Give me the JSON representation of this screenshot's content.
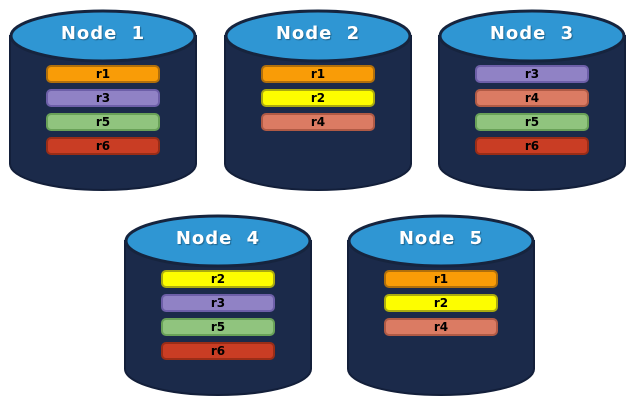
{
  "diagram": {
    "cylinder": {
      "body": {
        "fill": "#1B2A4A",
        "border": "#131F3A"
      },
      "top": {
        "fill": "#2F96D3",
        "border": "#16243E"
      }
    },
    "nodes": [
      {
        "label": "Node 1",
        "replicas": [
          {
            "label": "r1",
            "fill": "#F99C07",
            "border": "#B06F0B"
          },
          {
            "label": "r3",
            "fill": "#9082C5",
            "border": "#6D5FA8"
          },
          {
            "label": "r5",
            "fill": "#90C47E",
            "border": "#69A158"
          },
          {
            "label": "r6",
            "fill": "#C93D24",
            "border": "#992D17"
          }
        ]
      },
      {
        "label": "Node 2",
        "replicas": [
          {
            "label": "r1",
            "fill": "#F99C07",
            "border": "#B06F0B"
          },
          {
            "label": "r2",
            "fill": "#FDFD00",
            "border": "#ABAB0F"
          },
          {
            "label": "r4",
            "fill": "#DB7B63",
            "border": "#B05A45"
          }
        ]
      },
      {
        "label": "Node 3",
        "replicas": [
          {
            "label": "r3",
            "fill": "#9082C5",
            "border": "#6D5FA8"
          },
          {
            "label": "r4",
            "fill": "#DB7B63",
            "border": "#B05A45"
          },
          {
            "label": "r5",
            "fill": "#90C47E",
            "border": "#69A158"
          },
          {
            "label": "r6",
            "fill": "#C93D24",
            "border": "#992D17"
          }
        ]
      },
      {
        "label": "Node 4",
        "replicas": [
          {
            "label": "r2",
            "fill": "#FDFD00",
            "border": "#ABAB0F"
          },
          {
            "label": "r3",
            "fill": "#9082C5",
            "border": "#6D5FA8"
          },
          {
            "label": "r5",
            "fill": "#90C47E",
            "border": "#69A158"
          },
          {
            "label": "r6",
            "fill": "#C93D24",
            "border": "#992D17"
          }
        ]
      },
      {
        "label": "Node 5",
        "replicas": [
          {
            "label": "r1",
            "fill": "#F99C07",
            "border": "#B06F0B"
          },
          {
            "label": "r2",
            "fill": "#FDFD00",
            "border": "#ABAB0F"
          },
          {
            "label": "r4",
            "fill": "#DB7B63",
            "border": "#B05A45"
          }
        ]
      }
    ]
  }
}
